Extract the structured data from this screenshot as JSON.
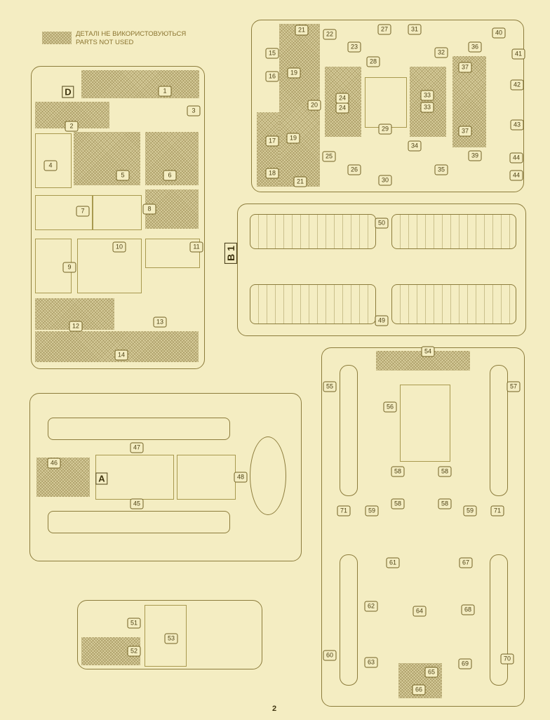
{
  "legend": {
    "ukrainian": "ДЕТАЛІ НЕ ВИКОРИСТОВУЮТЬСЯ",
    "english": "PARTS NOT USED"
  },
  "sprues": {
    "d": "D",
    "a": "A",
    "b1": "B 1"
  },
  "part_numbers": [
    "1",
    "2",
    "3",
    "4",
    "5",
    "6",
    "7",
    "8",
    "9",
    "10",
    "11",
    "12",
    "13",
    "14",
    "21",
    "22",
    "23",
    "27",
    "31",
    "40",
    "15",
    "16",
    "19",
    "28",
    "32",
    "36",
    "41",
    "37",
    "20",
    "24",
    "24",
    "33",
    "33",
    "42",
    "29",
    "17",
    "19",
    "37",
    "43",
    "25",
    "34",
    "39",
    "44",
    "44",
    "18",
    "21",
    "26",
    "35",
    "30",
    "50",
    "49",
    "47",
    "46",
    "48",
    "45",
    "51",
    "52",
    "53",
    "54",
    "55",
    "57",
    "56",
    "58",
    "58",
    "58",
    "58",
    "71",
    "71",
    "59",
    "59",
    "61",
    "67",
    "62",
    "68",
    "64",
    "60",
    "70",
    "63",
    "69",
    "65",
    "66"
  ],
  "page_number": "2",
  "colors": {
    "paper": "#f4edc2",
    "ink": "#6f5f22"
  }
}
